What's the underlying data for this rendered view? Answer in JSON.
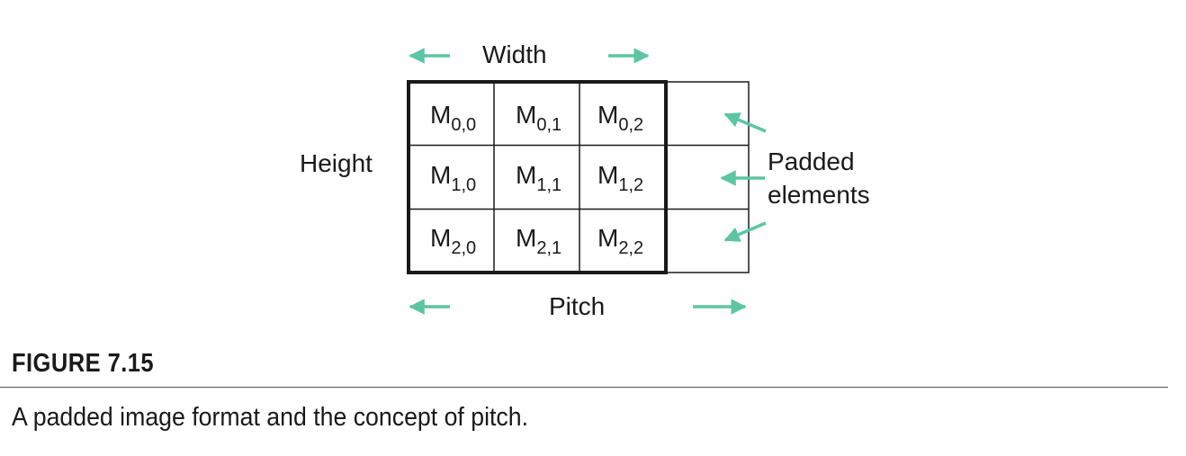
{
  "diagram": {
    "width_label": "Width",
    "height_label": "Height",
    "pitch_label": "Pitch",
    "padded_label_line1": "Padded",
    "padded_label_line2": "elements",
    "cells": [
      [
        {
          "base": "M",
          "sub": "0,0"
        },
        {
          "base": "M",
          "sub": "0,1"
        },
        {
          "base": "M",
          "sub": "0,2"
        }
      ],
      [
        {
          "base": "M",
          "sub": "1,0"
        },
        {
          "base": "M",
          "sub": "1,1"
        },
        {
          "base": "M",
          "sub": "1,2"
        }
      ],
      [
        {
          "base": "M",
          "sub": "2,0"
        },
        {
          "base": "M",
          "sub": "2,1"
        },
        {
          "base": "M",
          "sub": "2,2"
        }
      ]
    ],
    "arrow_color": "#5cc6a0",
    "line_color": "#1a1a1a"
  },
  "figure": {
    "label": "FIGURE 7.15",
    "caption": "A padded image format and the concept of pitch."
  }
}
